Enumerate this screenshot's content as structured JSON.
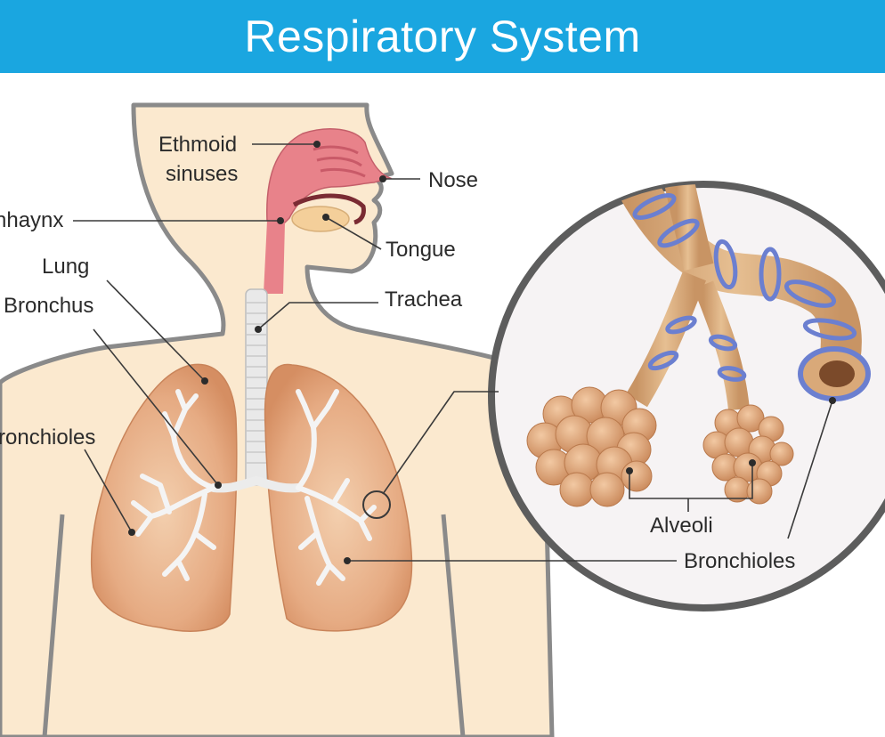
{
  "title": "Respiratory System",
  "labels": {
    "ethmoid_line1": "Ethmoid",
    "ethmoid_line2": "sinuses",
    "nose": "Nose",
    "pharynx": "hhaynx",
    "tongue": "Tongue",
    "lung": "Lung",
    "trachea": "Trachea",
    "bronchus": "Bronchus",
    "bronchioles_left": "ronchioles",
    "alveoli": "Alveoli",
    "bronchioles_right": "Bronchioles"
  },
  "colors": {
    "title_bar": "#1aa6e0",
    "skin": "#fbe9cf",
    "body_outline": "#8a8a8a",
    "nasal": "#e8828a",
    "lung": "#e2a47c",
    "bronchial_tree": "#f4f4f4",
    "bronchiole_tube": "#d9a979",
    "bronchiole_ring": "#6b7fd0",
    "alveoli": "#d59a6b"
  }
}
